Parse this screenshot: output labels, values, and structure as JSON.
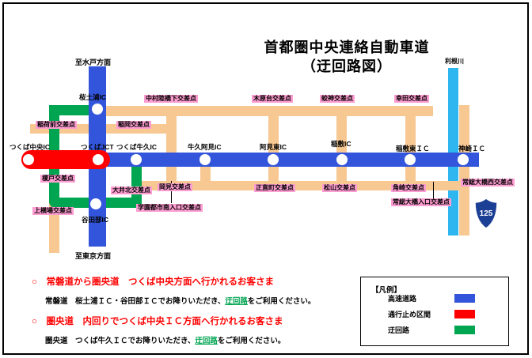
{
  "title": {
    "line1": "首都圏中央連絡自動車道",
    "line2": "（迂回路図）"
  },
  "map": {
    "directions": {
      "mito": "至水戸方面",
      "tokyo": "至東京方面"
    },
    "river": "利根川",
    "route_shield_number": "125",
    "ics": {
      "tsukuba_chuo": "つくば中央IC",
      "tsukuba_jct": "つくばJCT",
      "tsukuba_ushiku": "つくば牛久IC",
      "ushiku_ami": "牛久阿見IC",
      "ami_higashi": "阿見東IC",
      "inashiki": "稲敷IC",
      "inashiki_higashi": "稲敷東ＩＣ",
      "kozaki": "神崎ＩＣ",
      "sakura_tsuchiura": "桜土浦IC",
      "yatabe": "谷田部IC"
    },
    "intersections": {
      "inarimae": "稲荷前交差点",
      "inaoka": "稲岡交差点",
      "nakamura": "中村陸橋下交差点",
      "kiharadai": "木原台交差点",
      "koujin": "蛟神交差点",
      "kouda": "幸田交差点",
      "enokido": "榎戸交差点",
      "oikita": "大井北交差点",
      "kamiyokoba": "上横場交差点",
      "gakuen_minami": "学園都市南入口交差点",
      "okami": "岡見交差点",
      "shojikimachi": "正直町交差点",
      "matsuyama": "松山交差点",
      "tsunozaki": "角崎交差点",
      "joso_ohashi_iriguchi": "常総大橋入口交差点",
      "joso_ohashi_nishi": "常総大橋西交差点"
    }
  },
  "notes": [
    {
      "heading": "○　常磐道から圏央道　つくば中央方面へ行かれるお客さま",
      "body_prefix": "常磐道　桜土浦ＩＣ・谷田部ＩＣでお降りいただき、",
      "highlight": "迂回路",
      "body_suffix": "をご利用ください。"
    },
    {
      "heading": "○　圏央道　内回りでつくば中央ＩＣ方面へ行かれるお客さま",
      "body_prefix": "圏央道　つくば牛久ＩＣでお降りいただき、",
      "highlight": "迂回路",
      "body_suffix": "をご利用ください。"
    }
  ],
  "legend": {
    "title": "【凡例】",
    "items": [
      {
        "label": "高速道路",
        "color": "#3355db"
      },
      {
        "label": "通行止め区間",
        "color": "#ff0000"
      },
      {
        "label": "迂回路",
        "color": "#00a551"
      }
    ]
  }
}
